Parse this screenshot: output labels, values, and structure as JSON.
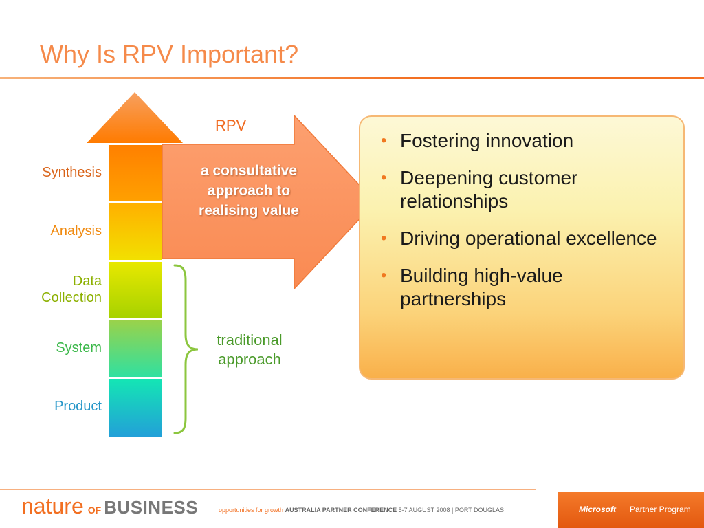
{
  "title": "Why Is RPV Important?",
  "diagram": {
    "levels": [
      "Synthesis",
      "Analysis",
      "Data\nCollection",
      "System",
      "Product"
    ],
    "level_colors": [
      "#d9641a",
      "#f08a10",
      "#8cb000",
      "#3bb84a",
      "#2596c8"
    ],
    "rpv_label": "RPV",
    "arrow_text": "a consultative approach to realising value",
    "traditional_text": "traditional approach"
  },
  "panel": {
    "bullets": [
      "Fostering innovation",
      "Deepening customer relationships",
      "Driving operational excellence",
      "Building high-value partnerships"
    ]
  },
  "footer": {
    "brand_nature": "nature",
    "brand_of": "OF",
    "brand_business": "BUSINESS",
    "tagline_1": "opportunities for growth",
    "tagline_2": "AUSTRALIA PARTNER CONFERENCE",
    "tagline_3": "5-7 AUGUST 2008 | PORT DOUGLAS",
    "ms_logo": "Microsoft",
    "ms_program": "Partner Program"
  },
  "colors": {
    "accent": "#f36f21",
    "arrow_fill": "#fb9360",
    "brace": "#8cc63f"
  }
}
